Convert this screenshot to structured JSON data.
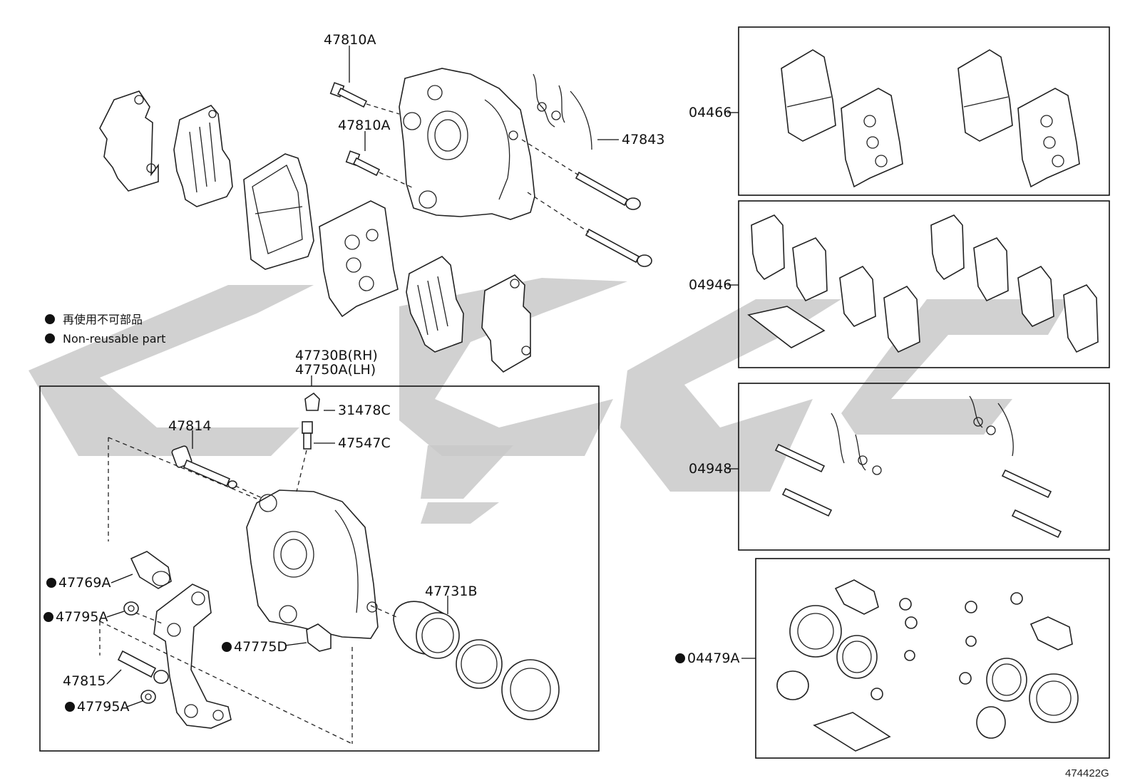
{
  "legend": {
    "line1": "再使用不可部品",
    "line2": "Non-reusable part"
  },
  "callouts": {
    "p47810A_top": "47810A",
    "p47810A_mid": "47810A",
    "p47843": "47843",
    "p47730B": "47730B(RH)",
    "p47750A": "47750A(LH)",
    "p31478C": "31478C",
    "p47547C": "47547C",
    "p47814": "47814",
    "p47769A": "47769A",
    "p47795A_top": "47795A",
    "p47815": "47815",
    "p47795A_bot": "47795A",
    "p47775D": "47775D",
    "p47731B": "47731B"
  },
  "kits": {
    "k04466": "04466",
    "k04946": "04946",
    "k04948": "04948",
    "k04479A": "04479A"
  },
  "diagram_code": "474422G",
  "colors": {
    "line": "#222222",
    "watermark": "#c9c9c9",
    "bullet": "#111111"
  }
}
